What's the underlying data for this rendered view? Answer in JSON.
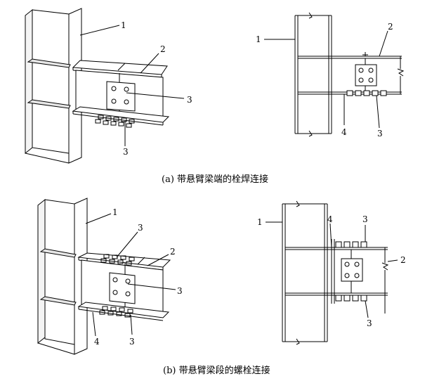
{
  "captions": {
    "a": "(a) 带悬臂梁端的栓焊连接",
    "b": "(b) 带悬臂梁段的螺栓连接"
  },
  "labels": {
    "column": "1",
    "beam": "2",
    "bolt": "3",
    "stiffener": "4"
  }
}
